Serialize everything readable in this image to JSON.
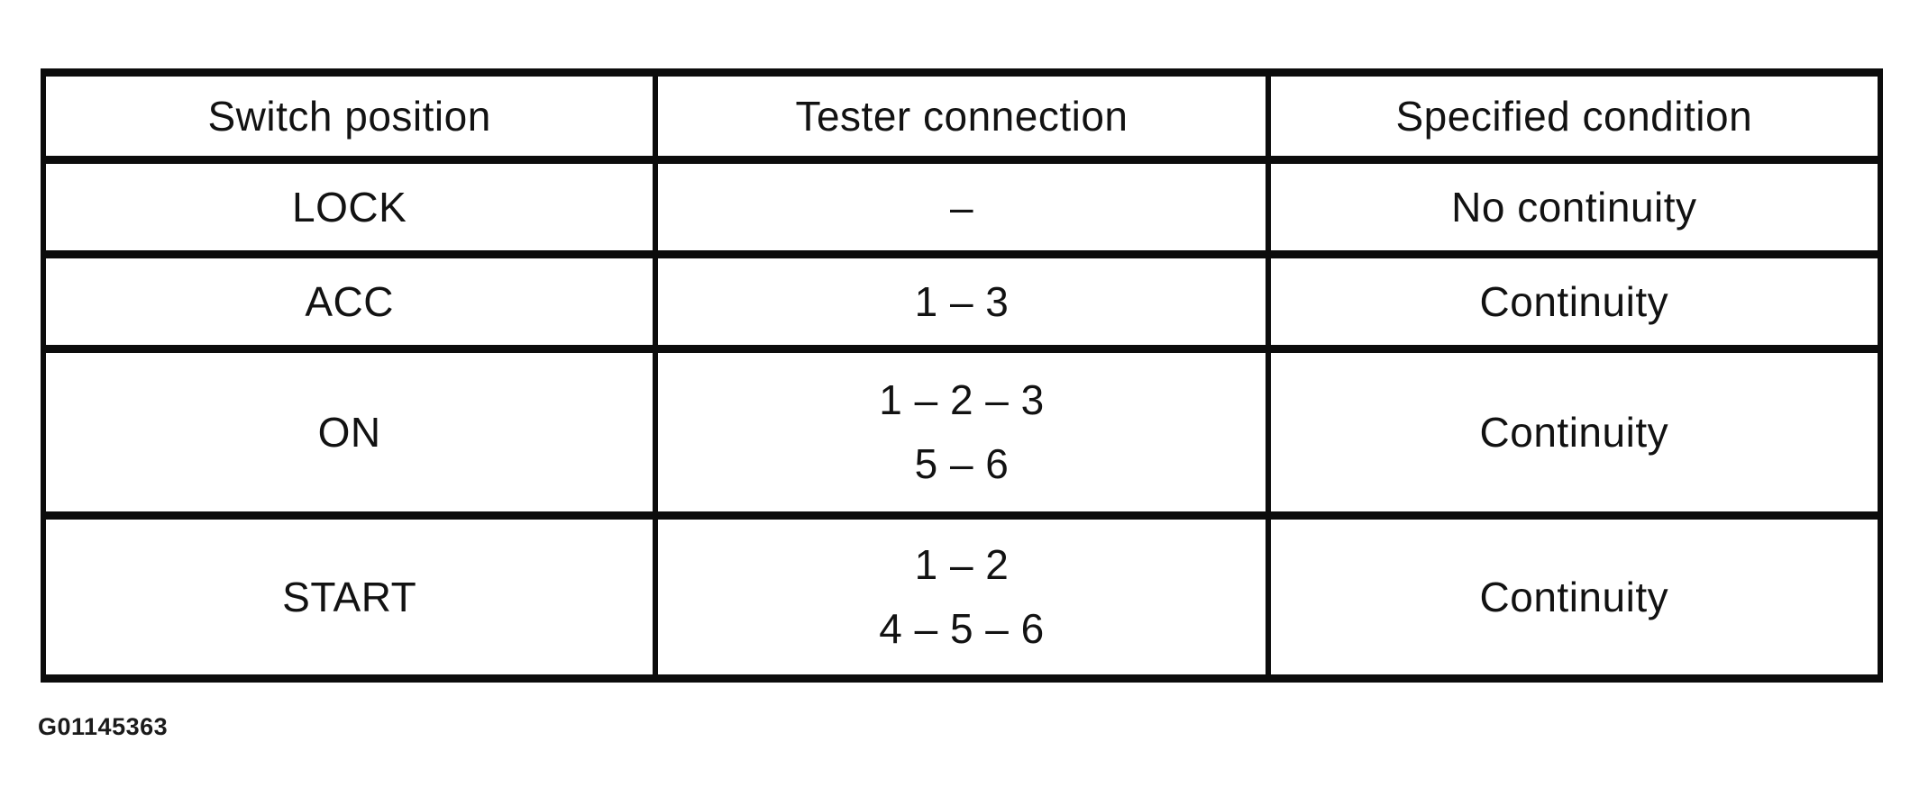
{
  "caption": "G01145363",
  "table": {
    "headers": [
      "Switch position",
      "Tester connection",
      "Specified condition"
    ],
    "rows": [
      {
        "switch_position": "LOCK",
        "tester_connection": [
          "–"
        ],
        "specified_condition": "No continuity"
      },
      {
        "switch_position": "ACC",
        "tester_connection": [
          "1 – 3"
        ],
        "specified_condition": "Continuity"
      },
      {
        "switch_position": "ON",
        "tester_connection": [
          "1 – 2 – 3",
          "5 – 6"
        ],
        "specified_condition": "Continuity"
      },
      {
        "switch_position": "START",
        "tester_connection": [
          "1 – 2",
          "4 – 5 – 6"
        ],
        "specified_condition": "Continuity"
      }
    ]
  }
}
